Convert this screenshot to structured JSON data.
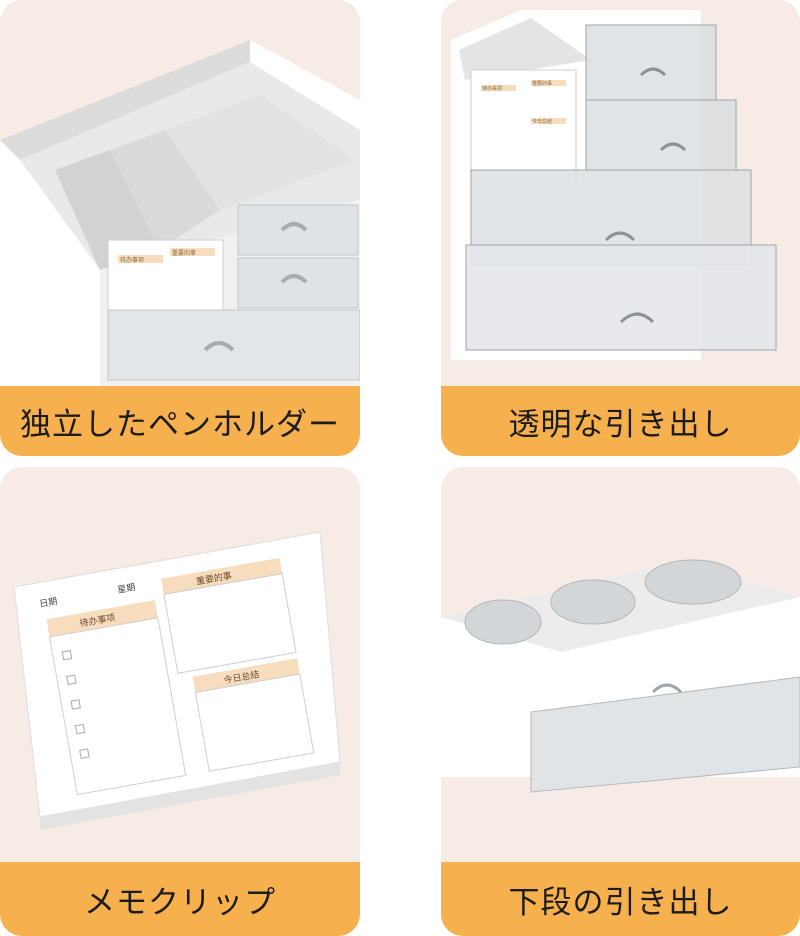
{
  "tiles": [
    {
      "caption": "独立したペンホルダー",
      "note_left": "待办事项",
      "note_right": "重要的事"
    },
    {
      "caption": "透明な引き出し",
      "note_left": "待办事项",
      "note_right": "重要的事",
      "note_bottom": "今日总结"
    },
    {
      "caption": "メモクリップ",
      "memo": {
        "date_label": "日期",
        "week_label": "星期",
        "todo": "待办事项",
        "important": "重要的事",
        "summary": "今日总结"
      }
    },
    {
      "caption": "下段の引き出し"
    }
  ],
  "colors": {
    "caption_bg": "#f6b04e",
    "tile_bg": "#f6ece5",
    "product": "#e9e9ea",
    "memo_tab": "#f7ddbd"
  }
}
